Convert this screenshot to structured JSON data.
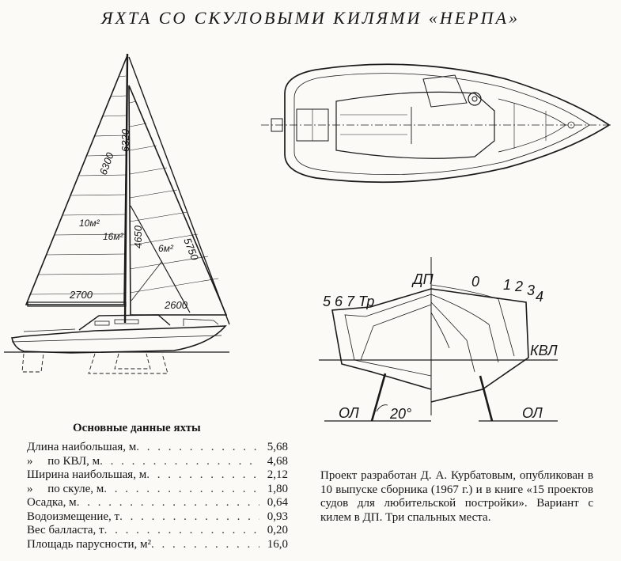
{
  "title": "ЯХТА СО СКУЛОВЫМИ КИЛЯМИ «НЕРПА»",
  "sail_plan": {
    "dims": [
      "6300",
      "6320",
      "5750",
      "4650",
      "2700",
      "2600"
    ],
    "areas": [
      "10м²",
      "16м²",
      "6м²"
    ]
  },
  "section": {
    "stations_left": "5 6 7 Тр",
    "dp": "ДП",
    "stations_right": [
      "0",
      "1",
      "2",
      "3",
      "4"
    ],
    "kvl": "КВЛ",
    "ol_left": "ОЛ",
    "ol_right": "ОЛ",
    "angle": "20°"
  },
  "specs": {
    "title": "Основные данные яхты",
    "rows": [
      {
        "name": "Длина наибольшая, м",
        "value": "5,68"
      },
      {
        "name": "»     по КВЛ, м",
        "value": "4,68"
      },
      {
        "name": "Ширина наибольшая, м",
        "value": "2,12"
      },
      {
        "name": "»     по скуле, м",
        "value": "1,80"
      },
      {
        "name": "Осадка, м",
        "value": "0,64"
      },
      {
        "name": "Водоизмещение, т",
        "value": "0,93"
      },
      {
        "name": "Вес балласта, т",
        "value": "0,20"
      },
      {
        "name": "Площадь парусности, м²",
        "value": "16,0"
      }
    ]
  },
  "note": "Проект разработан Д. А. Курбатовым, опубликован в 10 выпуске сборника (1967 г.) и в книге «15 проектов судов для любительской постройки». Вариант с килем в ДП. Три спальных места."
}
